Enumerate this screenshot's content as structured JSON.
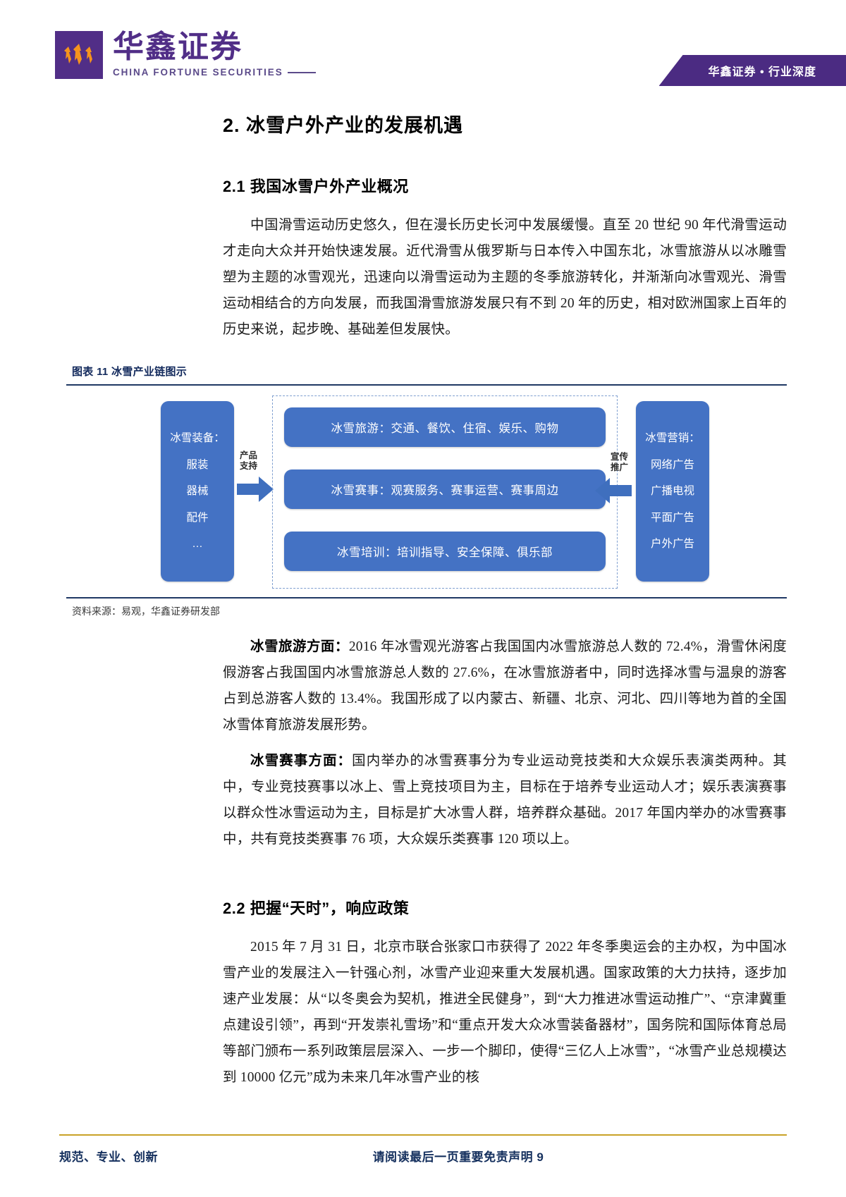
{
  "header": {
    "logo_cn": "华鑫证券",
    "logo_en": "CHINA FORTUNE SECURITIES",
    "badge": "华鑫证券 • 行业深度",
    "brand_color": "#512e87",
    "badge_color": "#4b2b82"
  },
  "sections": {
    "h1": "2. 冰雪户外产业的发展机遇",
    "h2_1": "2.1 我国冰雪户外产业概况",
    "h2_2": "2.2 把握“天时”，响应政策"
  },
  "paragraphs": {
    "p1": "中国滑雪运动历史悠久，但在漫长历史长河中发展缓慢。直至 20 世纪 90 年代滑雪运动才走向大众并开始快速发展。近代滑雪从俄罗斯与日本传入中国东北，冰雪旅游从以冰雕雪塑为主题的冰雪观光，迅速向以滑雪运动为主题的冬季旅游转化，并渐渐向冰雪观光、滑雪运动相结合的方向发展，而我国滑雪旅游发展只有不到 20 年的历史，相对欧洲国家上百年的历史来说，起步晚、基础差但发展快。",
    "p2_lead": "冰雪旅游方面：",
    "p2": "2016 年冰雪观光游客占我国国内冰雪旅游总人数的 72.4%，滑雪休闲度假游客占我国国内冰雪旅游总人数的 27.6%，在冰雪旅游者中，同时选择冰雪与温泉的游客占到总游客人数的 13.4%。我国形成了以内蒙古、新疆、北京、河北、四川等地为首的全国冰雪体育旅游发展形势。",
    "p3_lead": "冰雪赛事方面：",
    "p3": "国内举办的冰雪赛事分为专业运动竞技类和大众娱乐表演类两种。其中，专业竞技赛事以冰上、雪上竞技项目为主，目标在于培养专业运动人才；娱乐表演赛事以群众性冰雪运动为主，目标是扩大冰雪人群，培养群众基础。2017 年国内举办的冰雪赛事中，共有竞技类赛事 76 项，大众娱乐类赛事 120 项以上。",
    "p4": "2015 年 7 月 31 日，北京市联合张家口市获得了 2022 年冬季奥运会的主办权，为中国冰雪产业的发展注入一针强心剂，冰雪产业迎来重大发展机遇。国家政策的大力扶持，逐步加速产业发展：从“以冬奥会为契机，推进全民健身”，到“大力推进冰雪运动推广”、“京津冀重点建设引领”，再到“开发崇礼雪场”和“重点开发大众冰雪装备器材”，国务院和国际体育总局等部门颁布一系列政策层层深入、一步一个脚印，使得“三亿人上冰雪”，“冰雪产业总规模达到 10000 亿元”成为未来几年冰雪产业的核"
  },
  "figure": {
    "caption": "图表 11 冰雪产业链图示",
    "source": "资料来源：易观，华鑫证券研发部",
    "box_color": "#4472c4",
    "left_box": {
      "title": "冰雪装备：",
      "items": [
        "服装",
        "器械",
        "配件",
        "…"
      ]
    },
    "right_box": {
      "title": "冰雪营销：",
      "items": [
        "网络广告",
        "广播电视",
        "平面广告",
        "户外广告"
      ]
    },
    "center_boxes": [
      "冰雪旅游：交通、餐饮、住宿、娱乐、购物",
      "冰雪赛事：观赛服务、赛事运营、赛事周边",
      "冰雪培训：培训指导、安全保障、俱乐部"
    ],
    "arrow_left_label_1": "产品",
    "arrow_left_label_2": "支持",
    "arrow_right_label_1": "宣传",
    "arrow_right_label_2": "推广"
  },
  "footer": {
    "left": "规范、专业、创新",
    "right": "请阅读最后一页重要免责声明 9",
    "rule_color": "#c9a227"
  }
}
